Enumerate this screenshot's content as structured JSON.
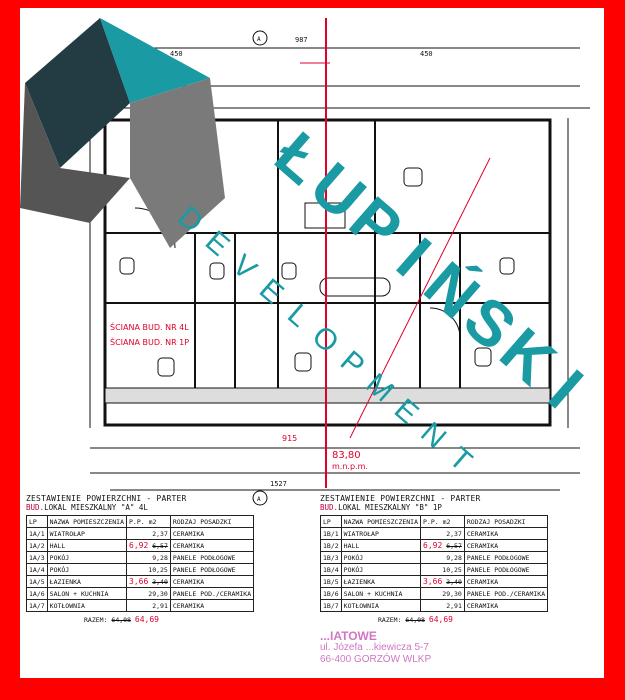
{
  "logo": {
    "name": "ŁUPIŃSKI",
    "tagline": "DEVELOPMENT",
    "colors": {
      "teal": "#1a9aa3",
      "dark": "#233c44",
      "gray": "#7a7a7a"
    }
  },
  "frame_color": "#fe0000",
  "plan": {
    "labels": {
      "wall_left": "ŚCIANA BUD. NR 4L",
      "wall_right": "ŚCIANA BUD. NR 1P",
      "level": "83,80",
      "level_unit": "m.n.p.m.",
      "dim_915": "915",
      "section_a": "A",
      "dim_450_left": "450",
      "dim_450_right": "450",
      "dim_987": "987",
      "dim_1527": "1527"
    }
  },
  "tables": [
    {
      "title": "ZESTAWIENIE POWIERZCHNI - PARTER",
      "subtitle_prefix": "BUD.",
      "subtitle": "LOKAL MIESZKALNY \"A\" 4L",
      "headers": [
        "LP",
        "NAZWA POMIESZCZENIA",
        "P.P. m2",
        "RODZAJ POSADZKI"
      ],
      "rows": [
        [
          "1A/1",
          "WIATROŁAP",
          "2,37",
          "CERAMIKA",
          ""
        ],
        [
          "1A/2",
          "HALL",
          "6,57",
          "CERAMIKA",
          "6,92"
        ],
        [
          "1A/3",
          "POKÓJ",
          "9,28",
          "PANELE PODŁOGOWE",
          ""
        ],
        [
          "1A/4",
          "POKÓJ",
          "10,25",
          "PANELE PODŁOGOWE",
          ""
        ],
        [
          "1A/5",
          "ŁAZIENKA",
          "3,40",
          "CERAMIKA",
          "3,66"
        ],
        [
          "1A/6",
          "SALON + KUCHNIA",
          "29,30",
          "PANELE POD./CERAMIKA",
          ""
        ],
        [
          "1A/7",
          "KOTŁOWNIA",
          "2,91",
          "CERAMIKA",
          ""
        ]
      ],
      "total_label": "RAZEM:",
      "total": "64,08",
      "total_corrected": "64,69"
    },
    {
      "title": "ZESTAWIENIE POWIERZCHNI - PARTER",
      "subtitle_prefix": "BUD.",
      "subtitle": "LOKAL MIESZKALNY \"B\" 1P",
      "headers": [
        "LP",
        "NAZWA POMIESZCZENIA",
        "P.P. m2",
        "RODZAJ POSADZKI"
      ],
      "rows": [
        [
          "1B/1",
          "WIATROŁAP",
          "2,37",
          "CERAMIKA",
          ""
        ],
        [
          "1B/2",
          "HALL",
          "6,57",
          "CERAMIKA",
          "6,92"
        ],
        [
          "1B/3",
          "POKÓJ",
          "9,28",
          "PANELE PODŁOGOWE",
          ""
        ],
        [
          "1B/4",
          "POKÓJ",
          "10,25",
          "PANELE PODŁOGOWE",
          ""
        ],
        [
          "1B/5",
          "ŁAZIENKA",
          "3,40",
          "CERAMIKA",
          "3,66"
        ],
        [
          "1B/6",
          "SALON + KUCHNIA",
          "29,30",
          "PANELE POD./CERAMIKA",
          ""
        ],
        [
          "1B/7",
          "KOTŁOWNIA",
          "2,91",
          "CERAMIKA",
          ""
        ]
      ],
      "total_label": "RAZEM:",
      "total": "64,08",
      "total_corrected": "64,69"
    }
  ],
  "stamp": {
    "line1": "...IATOWE",
    "line2": "ul. Józefa ...kiewicza 5-7",
    "line3": "66-400 GORZÓW WLKP"
  }
}
